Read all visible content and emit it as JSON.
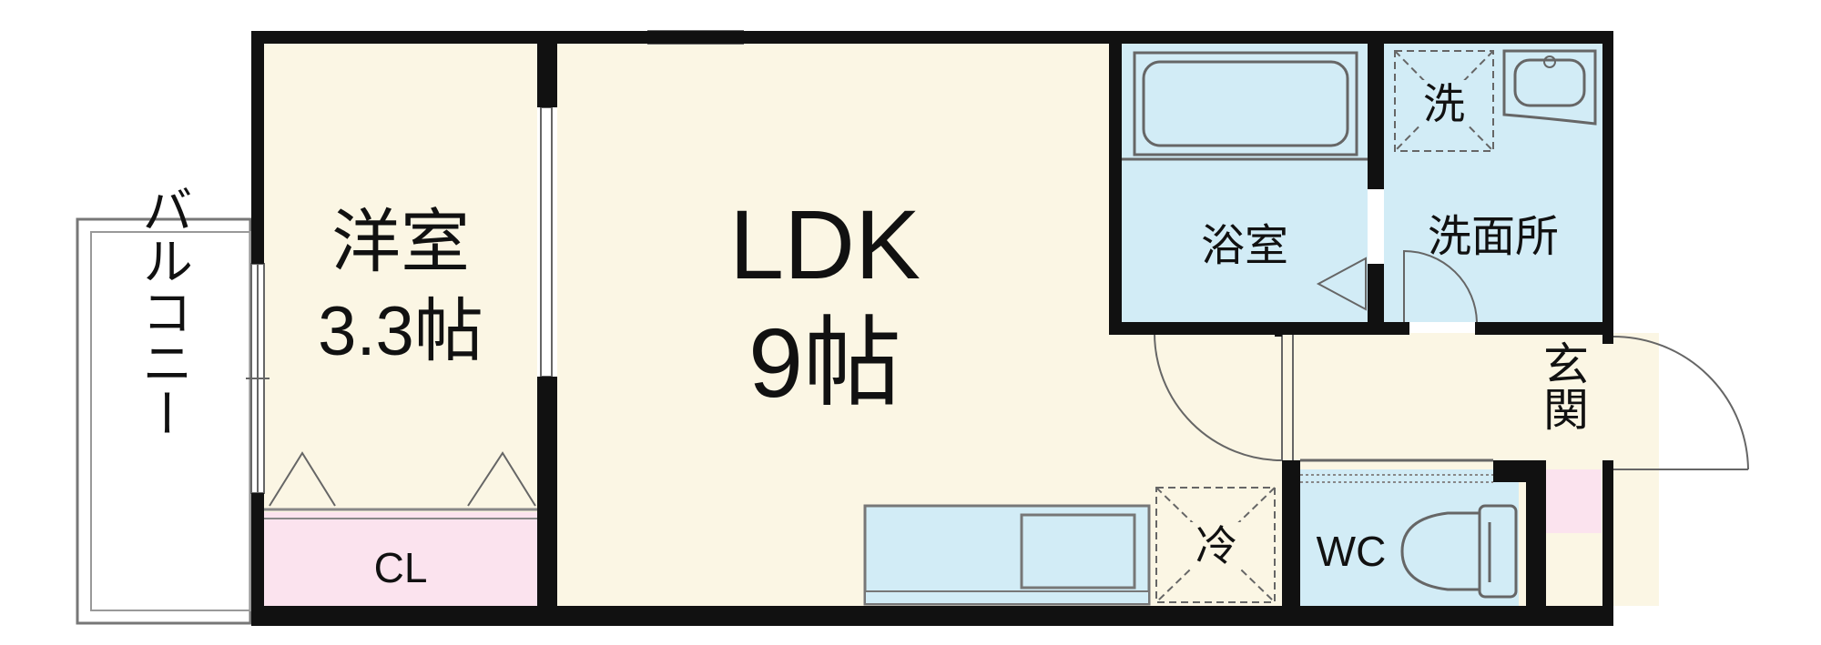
{
  "rooms": {
    "western": {
      "name": "洋室",
      "size": "3.3帖"
    },
    "ldk": {
      "name": "LDK",
      "size": "9帖"
    },
    "bath": {
      "name": "浴室"
    },
    "washroom": {
      "name": "洗面所"
    },
    "entrance": {
      "name": "玄関"
    },
    "wc": {
      "name": "WC"
    },
    "closet": {
      "name": "CL"
    },
    "balcony": {
      "name": "バルコニー"
    }
  },
  "fixtures": {
    "washer": "洗",
    "fridge": "冷"
  },
  "colors": {
    "ldk_floor": "#fbf6e4",
    "wet_area": "#d2ecf6",
    "closet": "#fbe3ee",
    "wall": "#111111",
    "balcony_fill": "#ffffff"
  }
}
